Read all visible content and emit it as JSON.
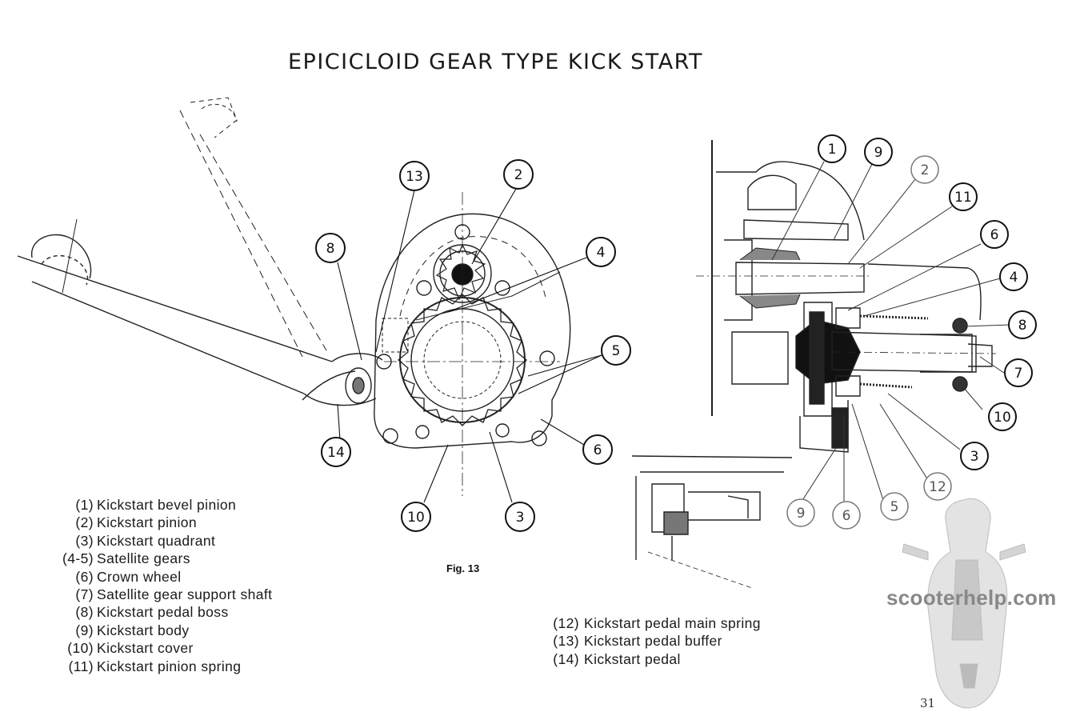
{
  "page": {
    "title": "EPICICLOID GEAR TYPE KICK START",
    "figure_label": "Fig. 13",
    "page_number": "31",
    "watermark": "scooterhelp.com"
  },
  "callouts_left": [
    "13",
    "2",
    "8",
    "4",
    "5",
    "6",
    "14",
    "10",
    "3"
  ],
  "callouts_right": [
    "1",
    "9",
    "2",
    "11",
    "6",
    "4",
    "8",
    "7",
    "10",
    "3",
    "12",
    "9",
    "6",
    "5"
  ],
  "legend_left": [
    {
      "num": "(1)",
      "label": "Kickstart bevel pinion"
    },
    {
      "num": "(2)",
      "label": "Kickstart pinion"
    },
    {
      "num": "(3)",
      "label": "Kickstart quadrant"
    },
    {
      "num": "(4-5)",
      "label": "Satellite gears"
    },
    {
      "num": "(6)",
      "label": "Crown wheel"
    },
    {
      "num": "(7)",
      "label": "Satellite gear support shaft"
    },
    {
      "num": "(8)",
      "label": "Kickstart pedal boss"
    },
    {
      "num": "(9)",
      "label": "Kickstart body"
    },
    {
      "num": "(10)",
      "label": "Kickstart cover"
    },
    {
      "num": "(11)",
      "label": "Kickstart pinion spring"
    }
  ],
  "legend_right": [
    {
      "num": "(12)",
      "label": "Kickstart pedal main spring"
    },
    {
      "num": "(13)",
      "label": "Kickstart pedal buffer"
    },
    {
      "num": "(14)",
      "label": "Kickstart pedal"
    }
  ]
}
